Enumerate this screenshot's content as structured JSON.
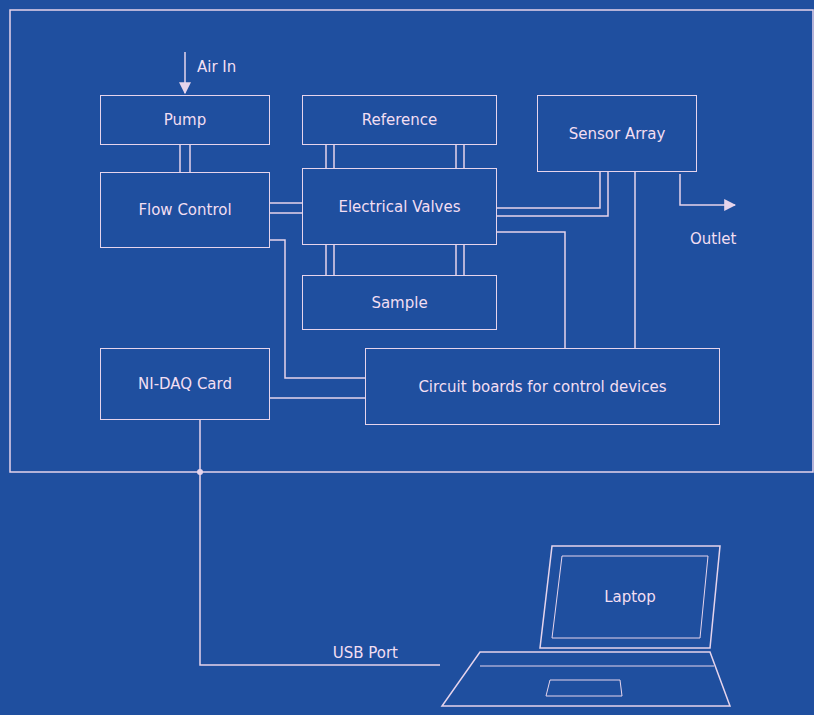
{
  "diagram": {
    "nodes": [
      {
        "text": [
          "Pump"
        ]
      },
      {
        "text": [
          "Flow Control"
        ]
      },
      {
        "text": [
          "Reference"
        ]
      },
      {
        "text": [
          "Sensor Array"
        ]
      },
      {
        "text": [
          "Electrical Valves"
        ]
      },
      {
        "text": [
          "Sample"
        ]
      },
      {
        "text": [
          "NI-DAQ Card"
        ]
      },
      {
        "text": [
          "Circuit boards for control devices"
        ]
      },
      {
        "text": [
          "Laptop"
        ]
      }
    ],
    "edges": [
      {
        "from": 0,
        "to": 1,
        "arrow": "none"
      },
      {
        "from": 2,
        "to": 4,
        "arrow": "none"
      },
      {
        "from": 2,
        "to": 4,
        "arrow": "none"
      },
      {
        "from": 4,
        "to": 5,
        "arrow": "none"
      },
      {
        "from": 4,
        "to": 5,
        "arrow": "none"
      },
      {
        "from": 1,
        "to": 4,
        "arrow": "none"
      },
      {
        "from": 4,
        "to": 3,
        "arrow": "none"
      },
      {
        "from": 4,
        "to": 7,
        "arrow": "none"
      },
      {
        "from": 1,
        "to": 7,
        "arrow": "none"
      },
      {
        "from": 3,
        "to": 7,
        "arrow": "none"
      },
      {
        "from": 6,
        "to": 7,
        "arrow": "none"
      },
      {
        "from": 6,
        "to": 8,
        "label": "USB Port",
        "arrow": "none"
      }
    ],
    "labels": [
      "Air In",
      "Outlet"
    ]
  }
}
